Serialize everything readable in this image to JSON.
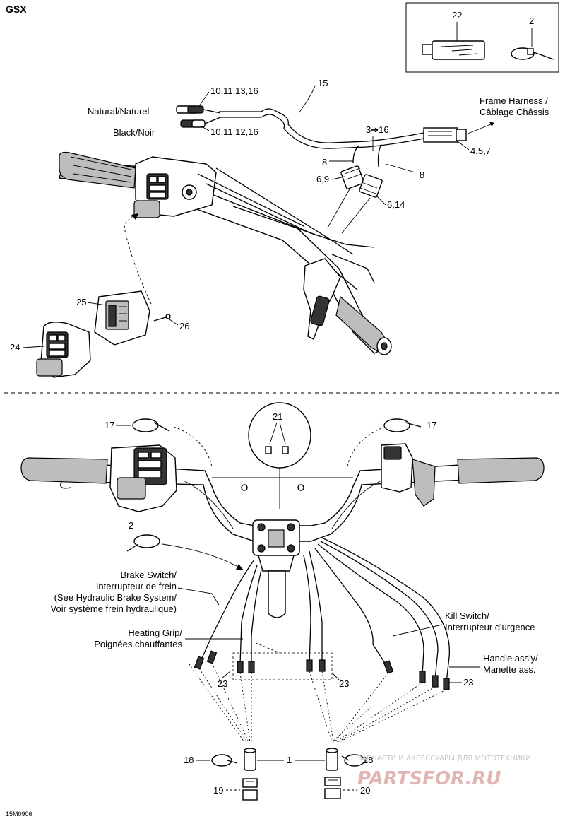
{
  "diagram": {
    "model": "GSX",
    "code": "15M0906",
    "labels": {
      "l22": "22",
      "l2_top": "2",
      "l15": "15",
      "l10_11_13_16": "10,11,13,16",
      "natural": "Natural/Naturel",
      "l10_11_12_16": "10,11,12,16",
      "black": "Black/Noir",
      "l3_16": "3➔16",
      "frame_harness_1": "Frame Harness /",
      "frame_harness_2": "Câblage Châssis",
      "l4_5_7": "4,5,7",
      "l8_left": "8",
      "l8_right": "8",
      "l6_9": "6,9",
      "l6_14": "6,14",
      "l25": "25",
      "l26": "26",
      "l24": "24",
      "l21": "21",
      "l17_left": "17",
      "l17_right": "17",
      "l2_mid": "2",
      "brake_1": "Brake Switch/",
      "brake_2": "Interrupteur de frein",
      "brake_3": "(See Hydraulic Brake System/",
      "brake_4": "Voir système frein hydraulique)",
      "heating_1": "Heating Grip/",
      "heating_2": "Poignées chauffantes",
      "kill_1": "Kill Switch/",
      "kill_2": "Interrupteur d'urgence",
      "handle_1": "Handle ass'y/",
      "handle_2": "Manette ass.",
      "l23_left": "23",
      "l23_mid": "23",
      "l23_right": "23",
      "l18_left": "18",
      "l18_right": "18",
      "l1": "1",
      "l19": "19",
      "l20": "20"
    },
    "watermark": {
      "text": "ЗАПЧАСТИ И АКСЕССУАРЫ ДЛЯ МОТОТЕХНИКИ",
      "logo": "PARTSFOR.RU"
    }
  }
}
